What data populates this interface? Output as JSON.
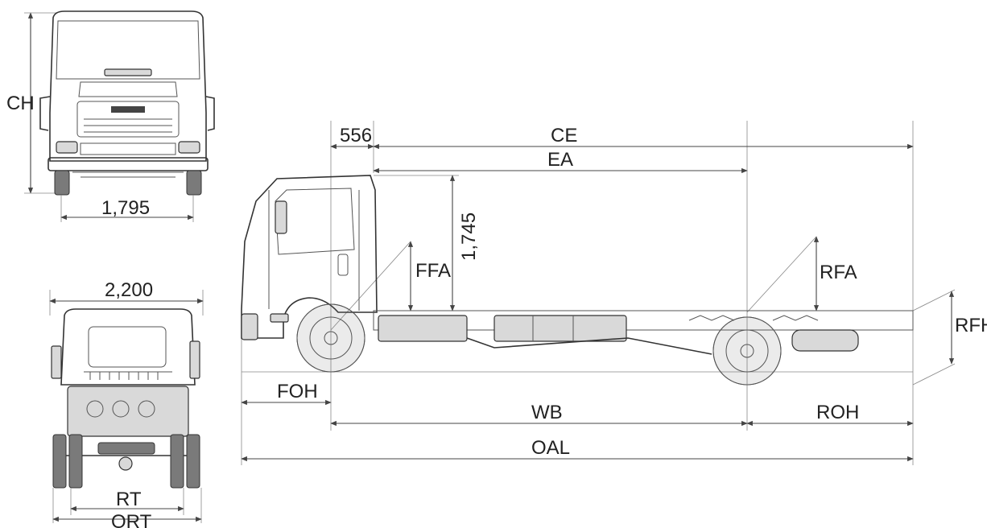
{
  "labels": {
    "ch": "CH",
    "front_width": "1,795",
    "overall_width": "2,200",
    "rt": "RT",
    "ort": "ORT",
    "cab_offset": "556",
    "ce": "CE",
    "ea": "EA",
    "frame_height": "1,745",
    "ffa": "FFA",
    "rfa": "RFA",
    "rfh": "RFH",
    "foh": "FOH",
    "wb": "WB",
    "roh": "ROH",
    "oal": "OAL"
  }
}
